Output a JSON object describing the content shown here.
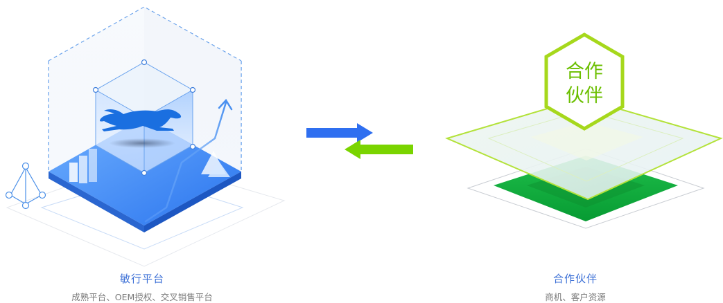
{
  "left": {
    "title": "敏行平台",
    "desc": "成熟平台、OEM授权、交叉销售平台"
  },
  "right": {
    "title": "合作伙伴",
    "desc": "商机、客户资源",
    "badge_line1": "合作",
    "badge_line2": "伙伴"
  },
  "colors": {
    "blue": "#2f7cf0",
    "green": "#7ad400",
    "dark_green": "#0aa83a"
  },
  "icons": [
    "cheetah-icon",
    "bar-chart-icon",
    "trend-arrow-icon",
    "mountain-icon",
    "network-icon",
    "exchange-arrows-icon",
    "hexagon-badge-icon"
  ]
}
